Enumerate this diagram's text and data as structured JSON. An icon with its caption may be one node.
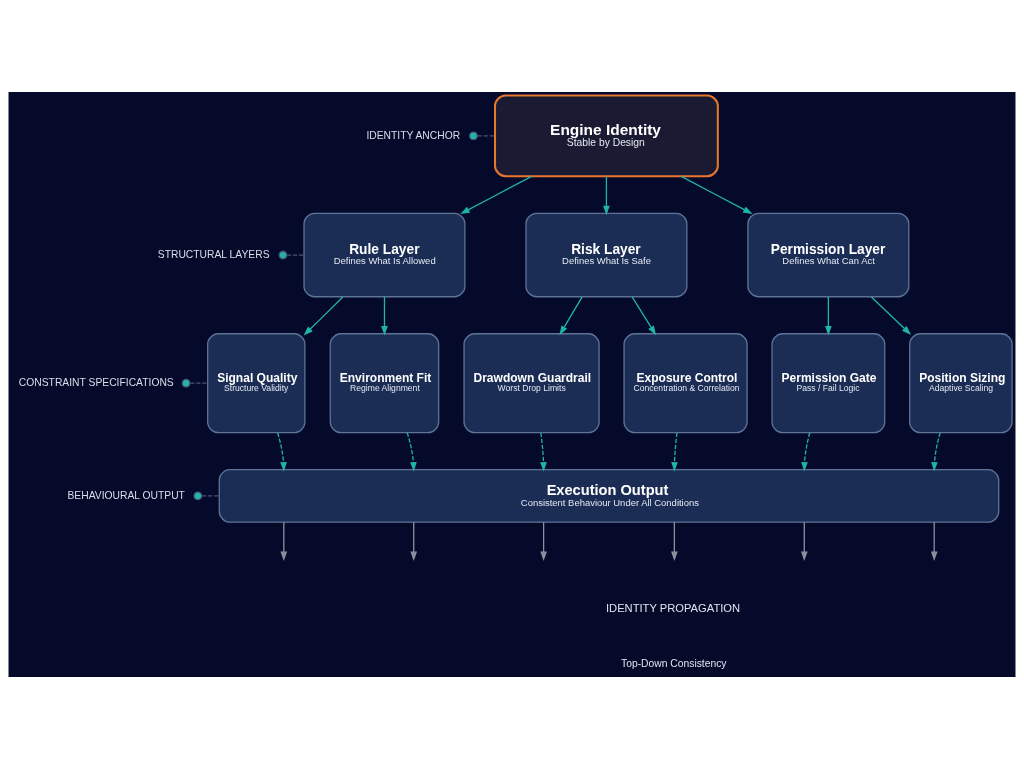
{
  "diagram": {
    "nodes": [
      {
        "text": [
          "IDENTITY ANCHOR"
        ]
      },
      {
        "text": [
          "Engine Identity",
          "Stable by Design"
        ]
      },
      {
        "text": [
          "STRUCTURAL LAYERS"
        ]
      },
      {
        "text": [
          "Rule Layer",
          "Defines What Is Allowed"
        ]
      },
      {
        "text": [
          "Risk Layer",
          "Defines What Is Safe"
        ]
      },
      {
        "text": [
          "Permission Layer",
          "Defines What Can Act"
        ]
      },
      {
        "text": [
          "CONSTRAINT SPECIFICATIONS"
        ]
      },
      {
        "text": [
          "Signal Quality",
          "Structure Validity"
        ]
      },
      {
        "text": [
          "Environment Fit",
          "Regime Alignment"
        ]
      },
      {
        "text": [
          "Drawdown Guardrail",
          "Worst Drop Limits"
        ]
      },
      {
        "text": [
          "Exposure Control",
          "Concentration & Correlation"
        ]
      },
      {
        "text": [
          "Permission Gate",
          "Pass / Fail Logic"
        ]
      },
      {
        "text": [
          "Position Sizing",
          "Adaptive Scaling"
        ]
      },
      {
        "text": [
          "BEHAVIOURAL OUTPUT"
        ]
      },
      {
        "text": [
          "Execution Output",
          "Consistent Behaviour Under All Conditions"
        ]
      }
    ],
    "edges": [
      {
        "from": 0,
        "to": 1,
        "arrow": "other",
        "style": "dashed",
        "color": "#4a5373"
      },
      {
        "from": 2,
        "to": 3,
        "arrow": "other",
        "style": "dashed",
        "color": "#4a5373"
      },
      {
        "from": 6,
        "to": 7,
        "arrow": "other",
        "style": "dashed",
        "color": "#4a5373"
      },
      {
        "from": 13,
        "to": 14,
        "arrow": "other",
        "style": "dashed",
        "color": "#4a5373"
      },
      {
        "from": 1,
        "to": 3,
        "arrow": "to"
      },
      {
        "from": 1,
        "to": 4,
        "arrow": "to"
      },
      {
        "from": 1,
        "to": 5,
        "arrow": "to"
      },
      {
        "from": 3,
        "to": 7,
        "arrow": "to"
      },
      {
        "from": 3,
        "to": 8,
        "arrow": "to"
      },
      {
        "from": 4,
        "to": 9,
        "arrow": "to"
      },
      {
        "from": 4,
        "to": 10,
        "arrow": "to"
      },
      {
        "from": 5,
        "to": 11,
        "arrow": "to"
      },
      {
        "from": 5,
        "to": 12,
        "arrow": "to"
      },
      {
        "from": 7,
        "to": 14,
        "arrow": "to",
        "style": "dashed"
      },
      {
        "from": 8,
        "to": 14,
        "arrow": "to",
        "style": "dashed"
      },
      {
        "from": 9,
        "to": 14,
        "arrow": "to",
        "style": "dashed"
      },
      {
        "from": 10,
        "to": 14,
        "arrow": "to",
        "style": "dashed"
      },
      {
        "from": 11,
        "to": 14,
        "arrow": "to",
        "style": "dashed"
      },
      {
        "from": 12,
        "to": 14,
        "arrow": "to",
        "style": "dashed"
      },
      {
        "from": 14,
        "to": null,
        "arrow": "to",
        "color": "#8c909e"
      },
      {
        "from": 14,
        "to": null,
        "arrow": "to",
        "color": "#8c909e"
      },
      {
        "from": 14,
        "to": null,
        "arrow": "to",
        "color": "#8c909e"
      },
      {
        "from": 14,
        "to": null,
        "arrow": "to",
        "color": "#8c909e"
      },
      {
        "from": 14,
        "to": null,
        "arrow": "to",
        "color": "#8c909e"
      },
      {
        "from": 14,
        "to": null,
        "arrow": "to",
        "color": "#8c909e"
      }
    ],
    "labels": [
      "IDENTITY PROPAGATION",
      "Top-Down Consistency"
    ]
  }
}
